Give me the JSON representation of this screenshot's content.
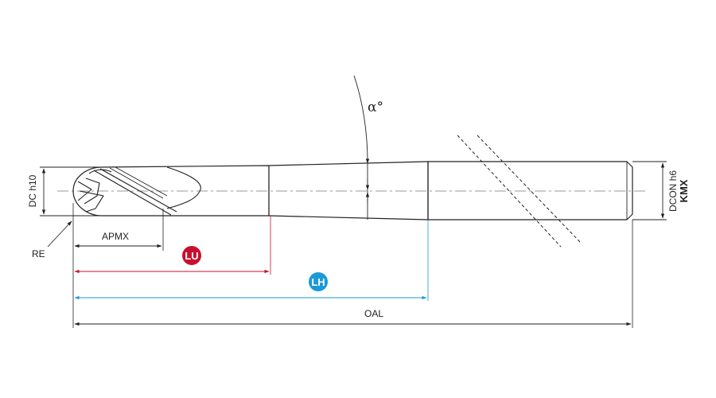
{
  "labels": {
    "dc": "DC h10",
    "re": "RE",
    "apmx": "APMX",
    "lu": "LU",
    "lh": "LH",
    "oal": "OAL",
    "alpha": "α°",
    "dcon": "DCON h6",
    "kmx": "KMX"
  },
  "colors": {
    "line": "#222222",
    "lu": "#c8102e",
    "lh": "#1a9ad6"
  }
}
